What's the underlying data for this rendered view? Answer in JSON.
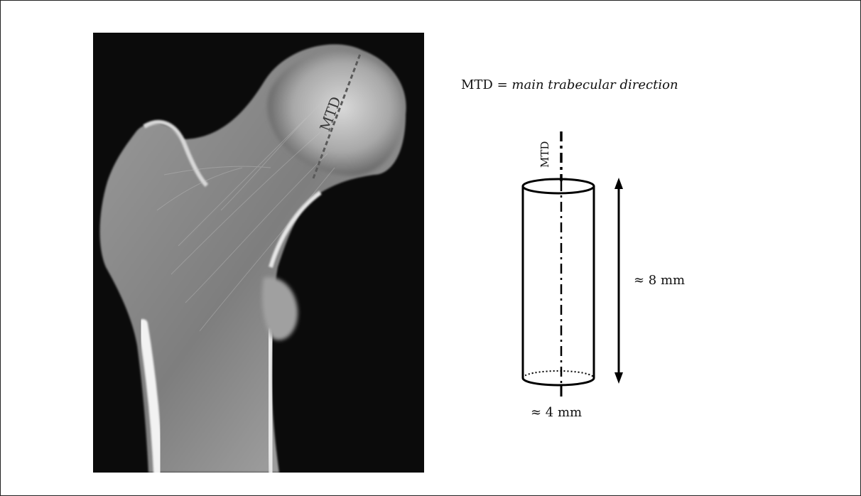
{
  "figure": {
    "xray_label": "MTD",
    "definition": {
      "abbr": "MTD = ",
      "text": "main trabecular direction"
    },
    "diagram": {
      "axis_label": "MTD",
      "length_label": "≈ 8 mm",
      "diameter_label": "≈ 4 mm"
    }
  }
}
